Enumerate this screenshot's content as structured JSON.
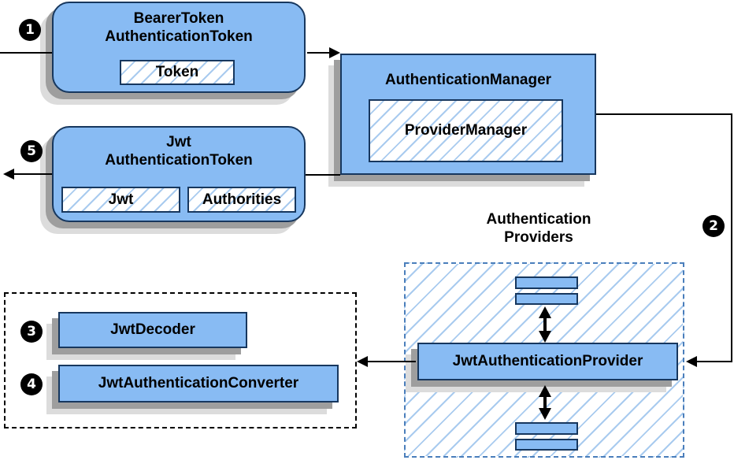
{
  "nodes": {
    "bearer_token": {
      "title_line1": "BearerToken",
      "title_line2": "AuthenticationToken",
      "chip_token": "Token"
    },
    "authentication_manager": {
      "title": "AuthenticationManager",
      "inner": "ProviderManager"
    },
    "jwt_authentication_token": {
      "title_line1": "Jwt",
      "title_line2": "AuthenticationToken",
      "chip_jwt": "Jwt",
      "chip_authorities": "Authorities"
    },
    "authentication_providers": {
      "label_line1": "Authentication",
      "label_line2": "Providers",
      "provider": "JwtAuthenticationProvider"
    },
    "converter_group": {
      "decoder": "JwtDecoder",
      "converter": "JwtAuthenticationConverter"
    }
  },
  "steps": {
    "s1": "1",
    "s2": "2",
    "s3": "3",
    "s4": "4",
    "s5": "5"
  },
  "colors": {
    "node_fill": "#88BBF3",
    "node_border": "#17375E",
    "hatch_line": "#A9CBEF",
    "providers_border": "#4A7EBB",
    "outer_dashed_border": "#000000",
    "shadow_dark": "#9E9E9E",
    "shadow_light": "#DCDCDC",
    "connector": "#000000",
    "badge_bg": "#000000",
    "badge_text": "#FFFFFF"
  }
}
